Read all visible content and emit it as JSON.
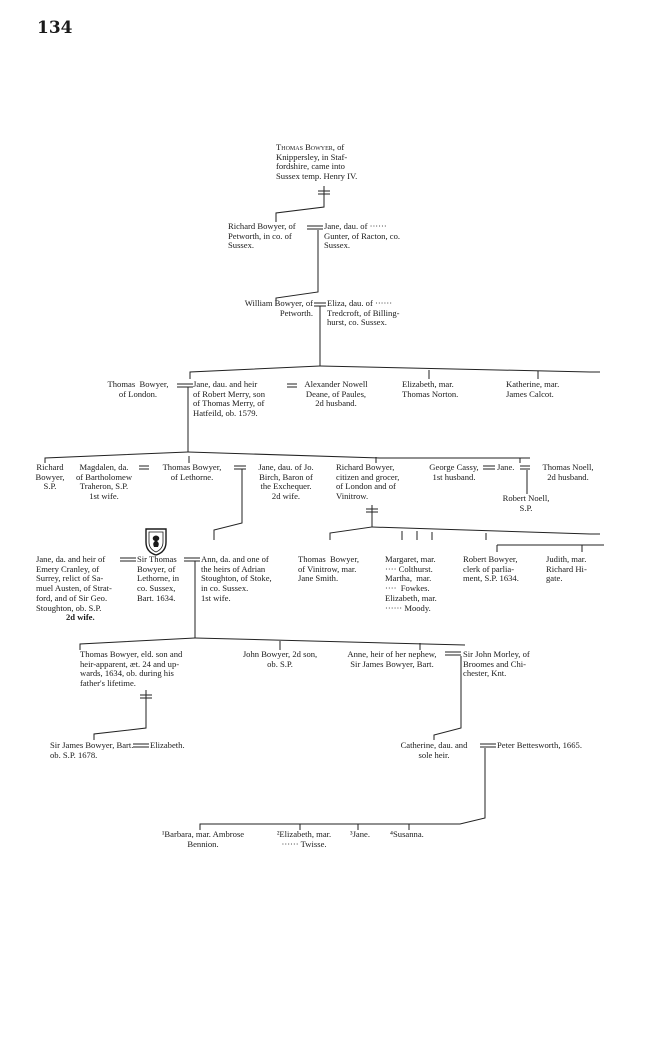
{
  "page_number": "134",
  "persons": {
    "thomas_bowyer_founder": "Thomas Bowyer, of\nKnippersley, in Staf-\nfordshire, came into\nSussex temp. Henry IV.",
    "richard_bowyer_petworth": "Richard Bowyer, of\nPetworth, in co. of\nSussex.",
    "jane_gunter": "Jane, dau. of ······\nGunter, of Racton, co.\nSussex.",
    "william_bowyer": "William Bowyer, of\nPetworth.",
    "eliza_tredcroft": "Eliza, dau. of ······\nTredcroft, of Billing-\nhurst, co. Sussex.",
    "thomas_bowyer_london": "Thomas  Bowyer,\nof London.",
    "jane_merry": "Jane, dau. and heir\nof Robert Merry, son\nof Thomas Merry, of\nHatfeild, ob. 1579.",
    "alexander_nowell": "Alexander Nowell\nDeane, of Paules,\n2d husband.",
    "elizabeth_norton": "Elizabeth, mar.\nThomas Norton.",
    "katherine_calcot": "Katherine, mar.\nJames Calcot.",
    "richard_bowyer_sp": "Richard\nBowyer,\nS.P.",
    "magdalen": "Magdalen, da.\nof Bartholomew\nTraheron, S.P.\n1st wife.",
    "thomas_bowyer_lethorne": "Thomas Bowyer,\nof Lethorne.",
    "jane_birch": "Jane, dau. of Jo.\nBirch, Baron of\nthe Exchequer.\n2d wife.",
    "richard_bowyer_grocer": "Richard Bowyer,\ncitizen and grocer,\nof London and of\nVinitrow.",
    "george_cassy": "George Cassy,\n1st husband.",
    "jane_cassy_noell": "Jane.",
    "thomas_noell": "Thomas Noell,\n2d husband.",
    "robert_noell": "Robert Noell,\nS.P.",
    "jane_cranley": "Jane, da. and heir of\nEmery Cranley, of\nSurrey, relict of Sa-\nmuel Austen, of Strat-\nford, and of Sir Geo.\nStoughton, ob. S.P.",
    "jane_cranley_wife": "2d wife.",
    "sir_thomas_bowyer": "Sir Thomas\nBowyer, of\nLethorne, in\nco. Sussex,\nBart. 1634.",
    "ann_stoughton": "Ann, da. and one of\nthe heirs of Adrian\nStoughton, of Stoke,\nin co. Sussex.\n1st wife.",
    "thomas_bowyer_vinitrow": "Thomas  Bowyer,\nof Vinitrow, mar.\nJane Smith.",
    "margaret_sisters": "Margaret, mar.\n···· Colthurst.\nMartha,  mar.\n····  Fowkes.\nElizabeth, mar.\n······ Moody.",
    "robert_bowyer_clerk": "Robert Bowyer,\nclerk of parlia-\nment, S.P. 1634.",
    "judith_higate": "Judith, mar.\nRichard Hi-\ngate.",
    "thomas_bowyer_heir": "Thomas Bowyer, eld. son and\nheir-apparent, æt. 24 and up-\nwards, 1634, ob. during his\nfather's lifetime.",
    "john_bowyer": "John Bowyer, 2d son,\nob. S.P.",
    "anne_heir": "Anne, heir of her nephew,\nSir James Bowyer, Bart.",
    "sir_john_morley": "Sir John Morley, of\nBroomes and Chi-\nchester, Knt.",
    "sir_james_bowyer": "Sir James Bowyer, Bart.\nob. S.P. 1678.",
    "elizabeth_wife": "Elizabeth.",
    "catherine": "Catherine, dau. and\nsole heir.",
    "peter_bettesworth": "Peter Bettesworth, 1665.",
    "barbara": "¹Barbara, mar. Ambrose\nBennion.",
    "elizabeth_twisse": "²Elizabeth, mar.\n······ Twisse.",
    "jane_daughter": "³Jane.",
    "susanna": "⁴Susanna."
  },
  "icons": {
    "arms": "heraldic-shield-icon"
  },
  "colors": {
    "ink": "#1a1a1a",
    "paper": "#ffffff"
  }
}
